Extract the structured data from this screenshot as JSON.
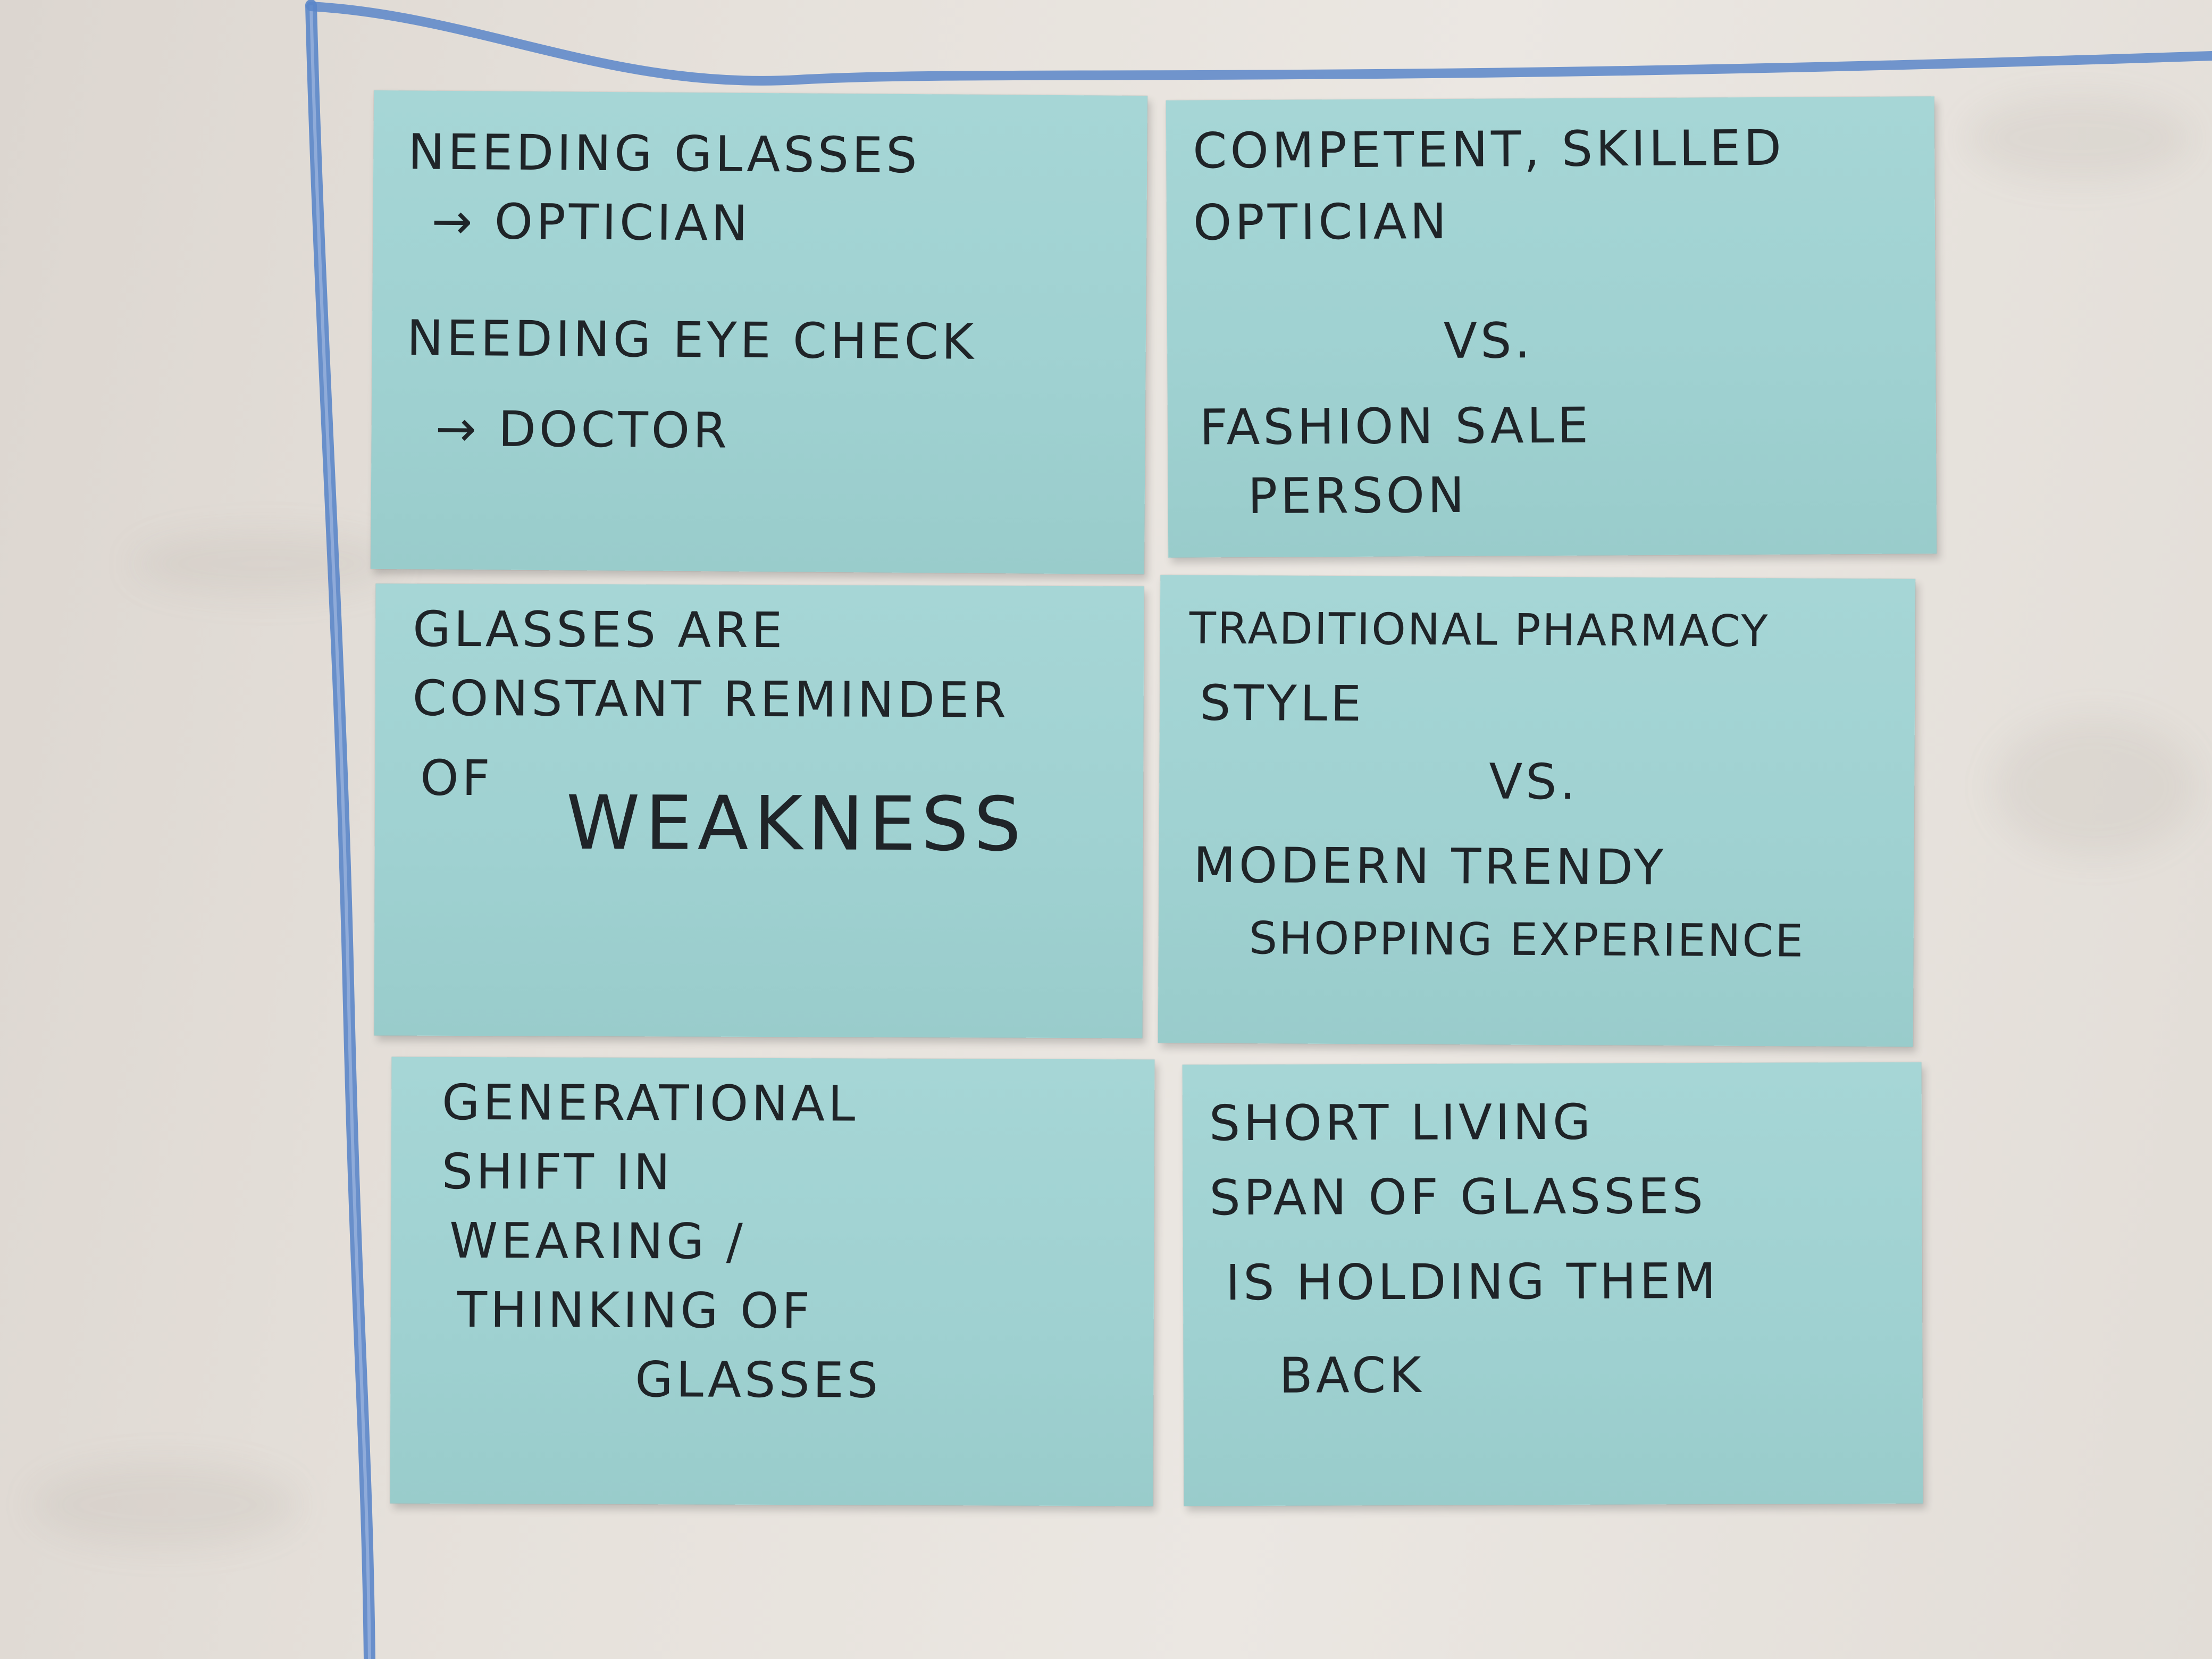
{
  "notes": [
    {
      "id": "note-1",
      "lines": [
        "NEEDING GLASSES",
        "→ OPTICIAN",
        "NEEDING EYE CHECK",
        "→ DOCTOR"
      ]
    },
    {
      "id": "note-2",
      "lines": [
        "COMPETENT, SKILLED",
        "OPTICIAN",
        "VS.",
        "FASHION SALE",
        "PERSON"
      ]
    },
    {
      "id": "note-3",
      "lines": [
        "GLASSES ARE",
        "CONSTANT REMINDER",
        "OF",
        "WEAKNESS"
      ]
    },
    {
      "id": "note-4",
      "lines": [
        "TRADITIONAL PHARMACY",
        "STYLE",
        "VS.",
        "MODERN TRENDY",
        "SHOPPING EXPERIENCE"
      ]
    },
    {
      "id": "note-5",
      "lines": [
        "GENERATIONAL",
        "SHIFT IN",
        "WEARING /",
        "THINKING OF",
        "GLASSES"
      ]
    },
    {
      "id": "note-6",
      "lines": [
        "SHORT LIVING",
        "SPAN OF GLASSES",
        "IS HOLDING THEM",
        "BACK"
      ]
    }
  ],
  "colors": {
    "note": "#9fd1d1",
    "ink": "#1f2428",
    "board": "#e6e1db",
    "marker_line": "#5b86c9"
  }
}
